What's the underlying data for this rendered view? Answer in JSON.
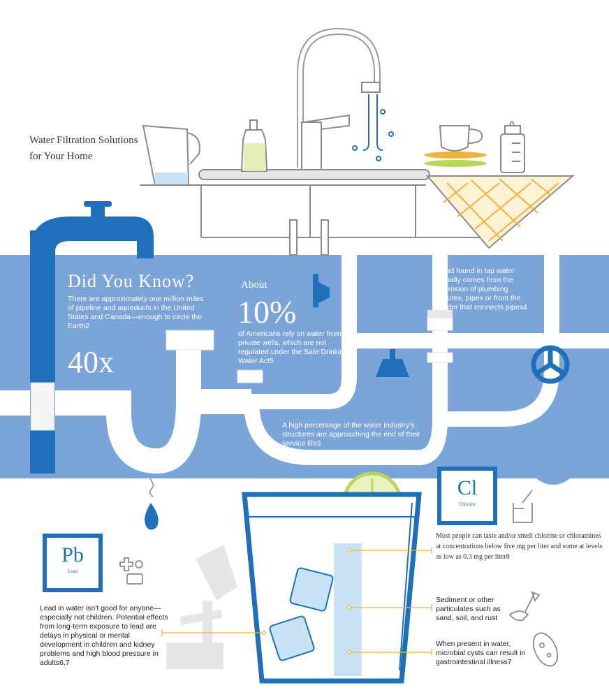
{
  "header": {
    "title": "Water Filtration Solutions for Your Home"
  },
  "did_you_know": {
    "heading": "Did You Know?",
    "pipeline_text": "There are approximately one million miles of pipeline and aqueducts in the United States and Canada—enough to circle the Earth2",
    "multiplier": "40x",
    "about_label": "About",
    "percent": "10%",
    "percent_text": "of Americans rely on water from private wells, which are not regulated under the Safe Drinking Water Act5",
    "lead_tap_text": "Lead found in tap water usually comes from the corrosion of plumbing fixtures, pipes or from the solder that connects pipes4",
    "infrastructure_text": "A high percentage of the water industry's structures are approaching the end of their service life3"
  },
  "chlorine": {
    "symbol": "Cl",
    "name": "Chlorine",
    "text": "Most people can taste and/or smell chlorine or chloramines at concentrations below five mg per liter and some at levels as low as 0.3 mg per liter8"
  },
  "lead": {
    "symbol": "Pb",
    "name": "Lead",
    "text": "Lead in water isn't good for anyone—especially not children. Potential effects from long-term exposure to lead are delays in physical or mental development in children and kidney problems and high blood pressure in adults6,7"
  },
  "sediment": {
    "text": "Sediment or other particulates such as sand, soil, and rust"
  },
  "microbial": {
    "text": "When present in water, microbial cysts can result in gastrointestinal illness7"
  },
  "colors": {
    "band": "#7ba4d8",
    "pipe_blue": "#1f6fba",
    "accent_green": "#b9d55a",
    "accent_orange": "#f0b23c"
  }
}
